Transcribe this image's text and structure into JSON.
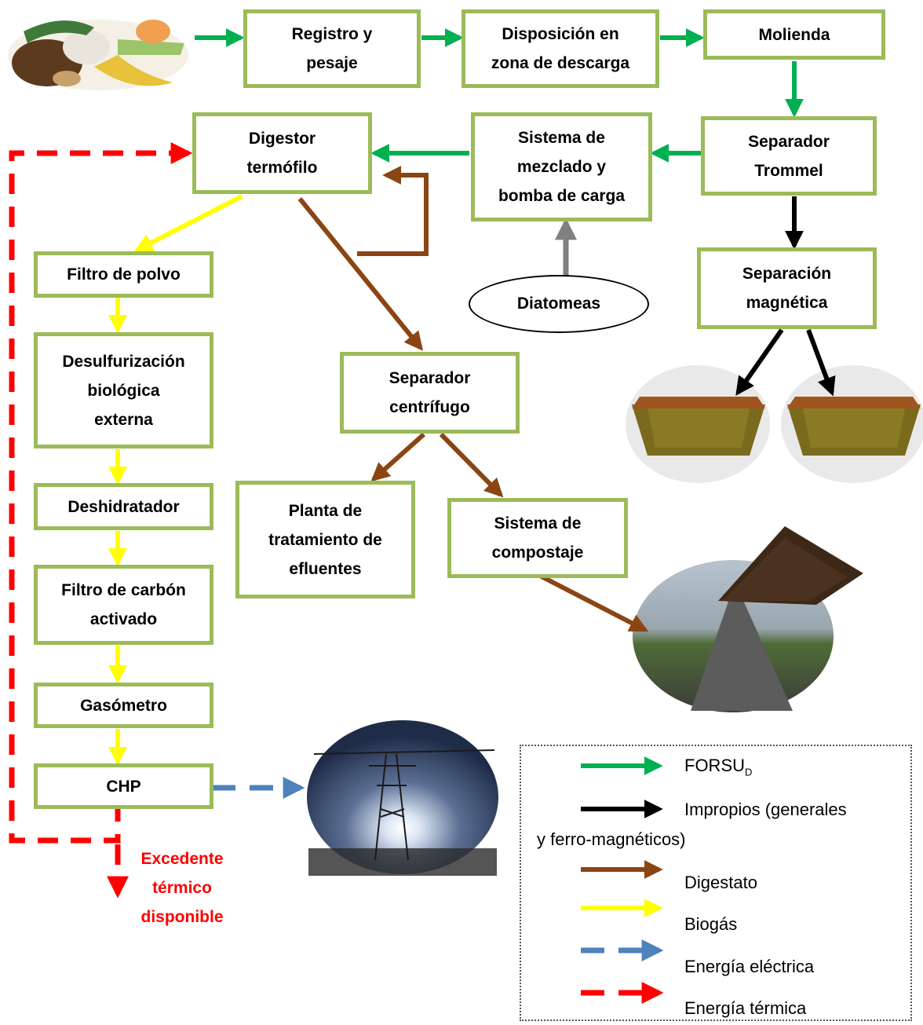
{
  "nodes": {
    "registro": "Registro y\npesaje",
    "disposicion": "Disposición en\nzona de descarga",
    "molienda": "Molienda",
    "trommel": "Separador\nTrommel",
    "mezclado": "Sistema de\nmezclado y\nbomba de carga",
    "digestor": "Digestor\ntermófilo",
    "magnetica": "Separación\nmagnética",
    "diatomeas": "Diatomeas",
    "filtro_polvo": "Filtro de polvo",
    "desulfurizacion": "Desulfurización\nbiológica\nexterna",
    "deshidratador": "Deshidratador",
    "filtro_carbon": "Filtro de carbón\nactivado",
    "gasometro": "Gasómetro",
    "chp": "CHP",
    "centrifugo": "Separador\ncentrífugo",
    "efluentes": "Planta de\ntratamiento de\nefluentes",
    "compostaje": "Sistema de\ncompostaje"
  },
  "excedente": "Excedente\ntérmico\ndisponible",
  "legend": {
    "forsu": "FORSU",
    "forsu_sub": "D",
    "impropios_line1": "Impropios (generales",
    "impropios_line2": "y ferro-magnéticos)",
    "digestato": "Digestato",
    "biogas": "Biogás",
    "electrica": "Energía eléctrica",
    "termica": "Energía térmica"
  },
  "colors": {
    "forsu": "#00b050",
    "impropios": "#000000",
    "digestato": "#8b4513",
    "biogas": "#ffff00",
    "electrica": "#4f81bd",
    "termica": "#ff0000",
    "box_border": "#9bbb59",
    "diatomeas_arrow": "#808080"
  }
}
